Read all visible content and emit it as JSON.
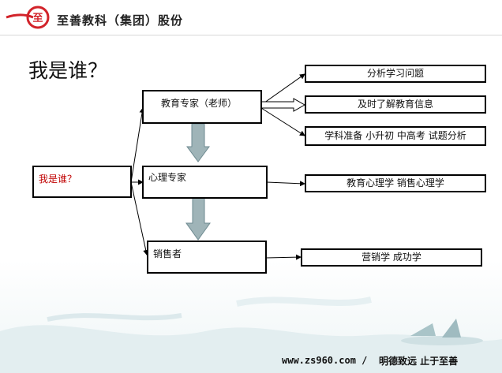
{
  "header": {
    "company": "至善教科（集团）股份",
    "logo_glyph": "至"
  },
  "slide": {
    "title": "我是谁？",
    "root_label": "我是谁？",
    "roles": [
      "教育专家（老师）",
      "心理专家",
      "销售者"
    ],
    "outputs": [
      "分析学习问题",
      "及时了解教育信息",
      "学科准备  小升初 中高考 试题分析",
      "教育心理学 销售心理学",
      "营销学  成功学"
    ]
  },
  "footer": {
    "url": "www.zs960.com /",
    "slogan": "明德致远  止于至善"
  },
  "colors": {
    "accent": "#d2232a",
    "root_text": "#c00000",
    "flow_arrow": "#9fb4b8"
  }
}
